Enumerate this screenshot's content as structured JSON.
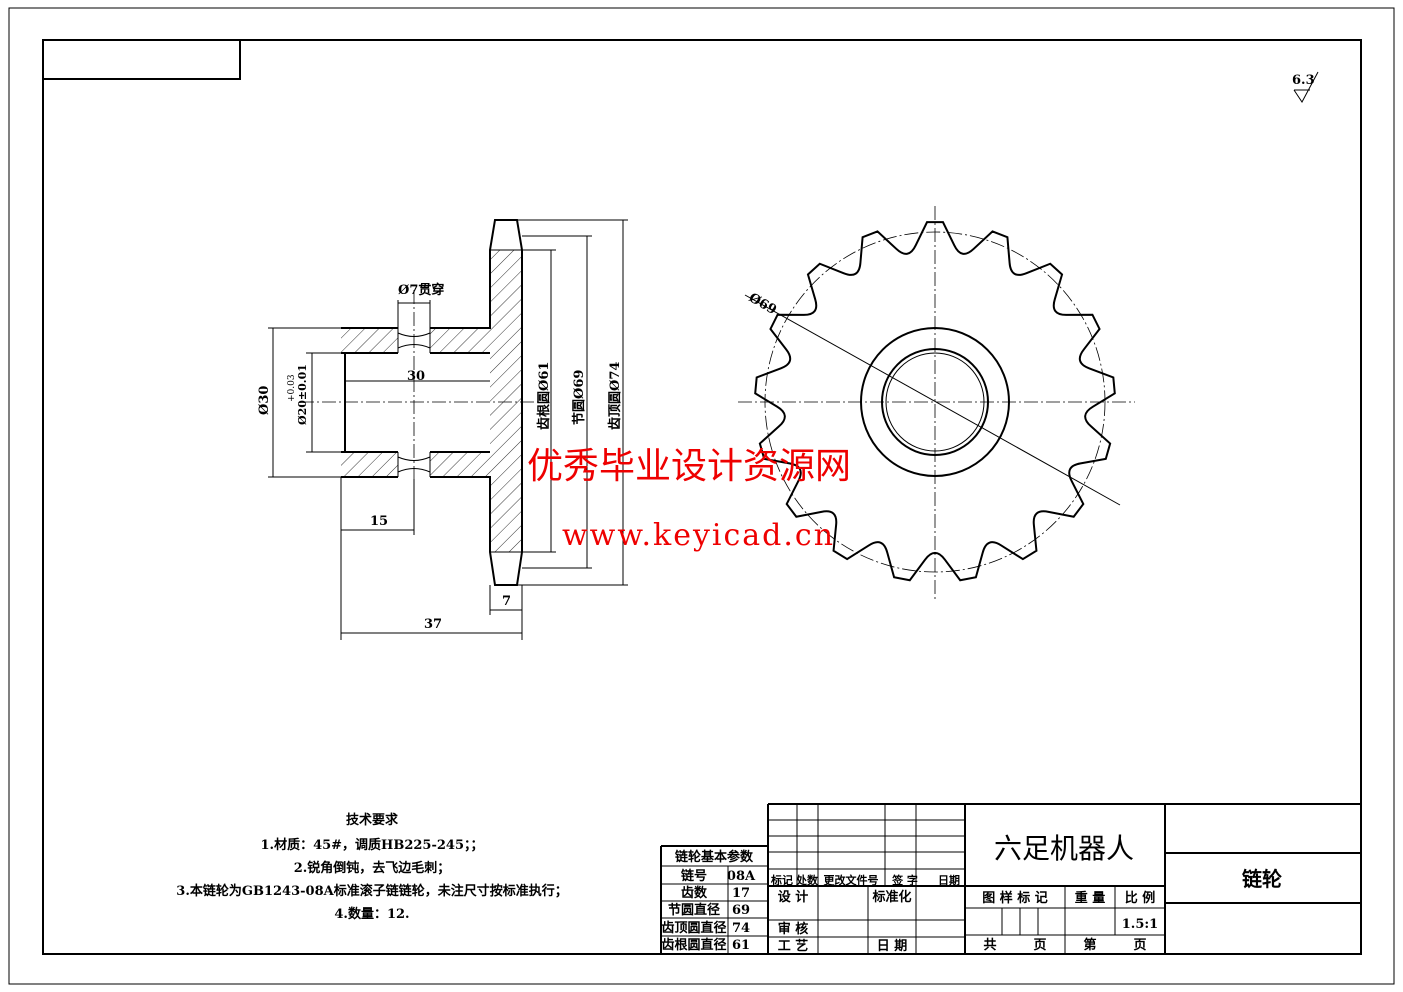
{
  "roughness_symbol": "6.3",
  "side_view": {
    "hole_label": "Ø7贯穿",
    "bore_length": "30",
    "outer_dia": "Ø30",
    "bore_dia": "Ø20±0.01",
    "bore_tol": "+0.03",
    "root_circle": "齿根圆Ø61",
    "pitch_circle": "节圆Ø69",
    "tip_circle": "齿顶圆Ø74",
    "dim_15": "15",
    "dim_7": "7",
    "dim_37": "37"
  },
  "front_view": {
    "pitch_label": "Ø69",
    "teeth": 17
  },
  "watermark": {
    "line1": "优秀毕业设计资源网",
    "line2": "www.keyicad.cn"
  },
  "tech_requirements": {
    "title": "技术要求",
    "items": [
      "1.材质：45#，调质HB225-245；；",
      "2.锐角倒钝，去飞边毛刺；",
      "3.本链轮为GB1243-08A标准滚子链链轮，未注尺寸按标准执行；",
      "4.数量：12."
    ]
  },
  "params_table": {
    "title": "链轮基本参数",
    "rows": [
      {
        "k": "链号",
        "v": "08A"
      },
      {
        "k": "齿数",
        "v": "17"
      },
      {
        "k": "节圆直径",
        "v": "69"
      },
      {
        "k": "齿顶圆直径",
        "v": "74"
      },
      {
        "k": "齿根圆直径",
        "v": "61"
      }
    ]
  },
  "title_block": {
    "project": "六足机器人",
    "part": "链轮",
    "h_mark": "标记",
    "h_count": "处数",
    "h_doc": "更改文件号",
    "h_sign": "签 字",
    "h_date": "日期",
    "design": "设 计",
    "standard": "标准化",
    "review": "审 核",
    "process": "工 艺",
    "date": "日 期",
    "drawing_mark": "图 样 标 记",
    "weight": "重 量",
    "scale_label": "比 例",
    "scale": "1.5:1",
    "total": "共",
    "page": "页",
    "sheet": "第",
    "page2": "页"
  }
}
